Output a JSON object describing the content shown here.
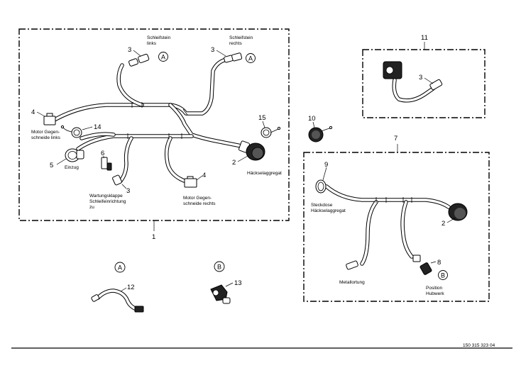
{
  "diagram": {
    "doc_number": "150 315 323 04",
    "group_1": {
      "number": "1",
      "labels": {
        "schleifstein_links": [
          "Schleifstein",
          "links"
        ],
        "schleifstein_rechts": [
          "Schleifstein",
          "rechts"
        ],
        "motor_links": [
          "Motor Gegen-",
          "schneide links"
        ],
        "einzug": "Einzug",
        "wartungsklappe": [
          "Wartungsklappe",
          "Schleifeinrichtung",
          "zu"
        ],
        "motor_rechts": [
          "Motor Gegen-",
          "schneide rechts"
        ],
        "haeckselaggregat": "Häckselaggregat"
      },
      "callouts": {
        "c3_left": "3",
        "c3_right": "3",
        "c4_left": "4",
        "c14": "14",
        "c5": "5",
        "c6": "6",
        "c3_lower": "3",
        "c4_lower": "4",
        "c2": "2",
        "c15": "15"
      },
      "ref_a_left": "A",
      "ref_a_right": "A"
    },
    "part_10": "10",
    "group_11": {
      "number": "11",
      "c3": "3"
    },
    "group_7": {
      "number": "7",
      "c9": "9",
      "c2": "2",
      "c8": "8",
      "labels": {
        "steckdose": [
          "Steckdose",
          "Häckselaggregat"
        ],
        "metallortung": "Metallortung",
        "position_hubwerk": [
          "Position",
          "Hubwerk"
        ]
      },
      "ref_b": "B"
    },
    "detail_a": {
      "circle": "A",
      "part": "12"
    },
    "detail_b": {
      "circle": "B",
      "part": "13"
    }
  }
}
